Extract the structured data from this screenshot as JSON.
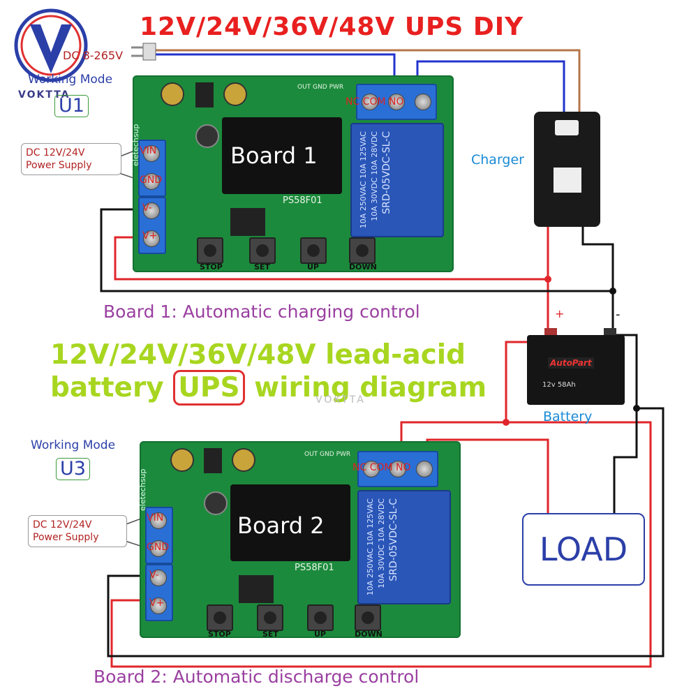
{
  "title": "12V/24V/36V/48V UPS DIY",
  "logo": {
    "text": "VOKTTA",
    "watermark_text": "VOKTTA"
  },
  "ac_input": {
    "label": "DC 8-265V"
  },
  "board1": {
    "display_label": "Board 1",
    "model": "PS58F01",
    "brand": "eletechsup",
    "working_mode_label": "Working Mode",
    "mode": "U1",
    "caption": "Board 1: Automatic charging control",
    "supply_label": [
      "DC 12V/24V",
      "Power Supply"
    ],
    "terminals": [
      "VIN",
      "GND",
      "V-",
      "V+"
    ],
    "relay_contacts": "NC COM NO",
    "relay_text": [
      "10A 250VAC 10A 125VAC",
      "10A 30VDC 10A 28VDC",
      "SRD-05VDC-SL-C"
    ],
    "buttons": [
      "STOP",
      "SET",
      "UP",
      "DOWN"
    ],
    "indicators": [
      "OUT",
      "GND",
      "PWR"
    ]
  },
  "board2": {
    "display_label": "Board 2",
    "model": "PS58F01",
    "brand": "eletechsup",
    "working_mode_label": "Working Mode",
    "mode": "U3",
    "caption": "Board 2: Automatic discharge control",
    "supply_label": [
      "DC 12V/24V",
      "Power Supply"
    ],
    "terminals": [
      "VIN",
      "GND",
      "V-",
      "V+"
    ],
    "relay_contacts": "NC COM NO",
    "relay_text": [
      "10A 250VAC 10A 125VAC",
      "10A 30VDC 10A 28VDC",
      "SRD-05VDC-SL-C"
    ],
    "buttons": [
      "STOP",
      "SET",
      "UP",
      "DOWN"
    ],
    "indicators": [
      "OUT",
      "GND",
      "PWR"
    ]
  },
  "headline": {
    "line1": "12V/24V/36V/48V lead-acid",
    "line2_pre": "battery",
    "line2_boxed": "UPS",
    "line2_post": "wiring diagram"
  },
  "charger": {
    "label": "Charger"
  },
  "battery": {
    "label": "Battery",
    "plus": "+",
    "minus": "-",
    "brand": "AutoPart",
    "spec": "12v 58Ah"
  },
  "load": {
    "label": "LOAD"
  },
  "colors": {
    "red_wire": "#e0262a",
    "black_wire": "#111111",
    "blue_wire": "#2233cc",
    "brown_wire": "#b5764a",
    "title_red": "#e8201f",
    "headline_green": "#a8d620",
    "caption_purple": "#9a3fa0"
  }
}
